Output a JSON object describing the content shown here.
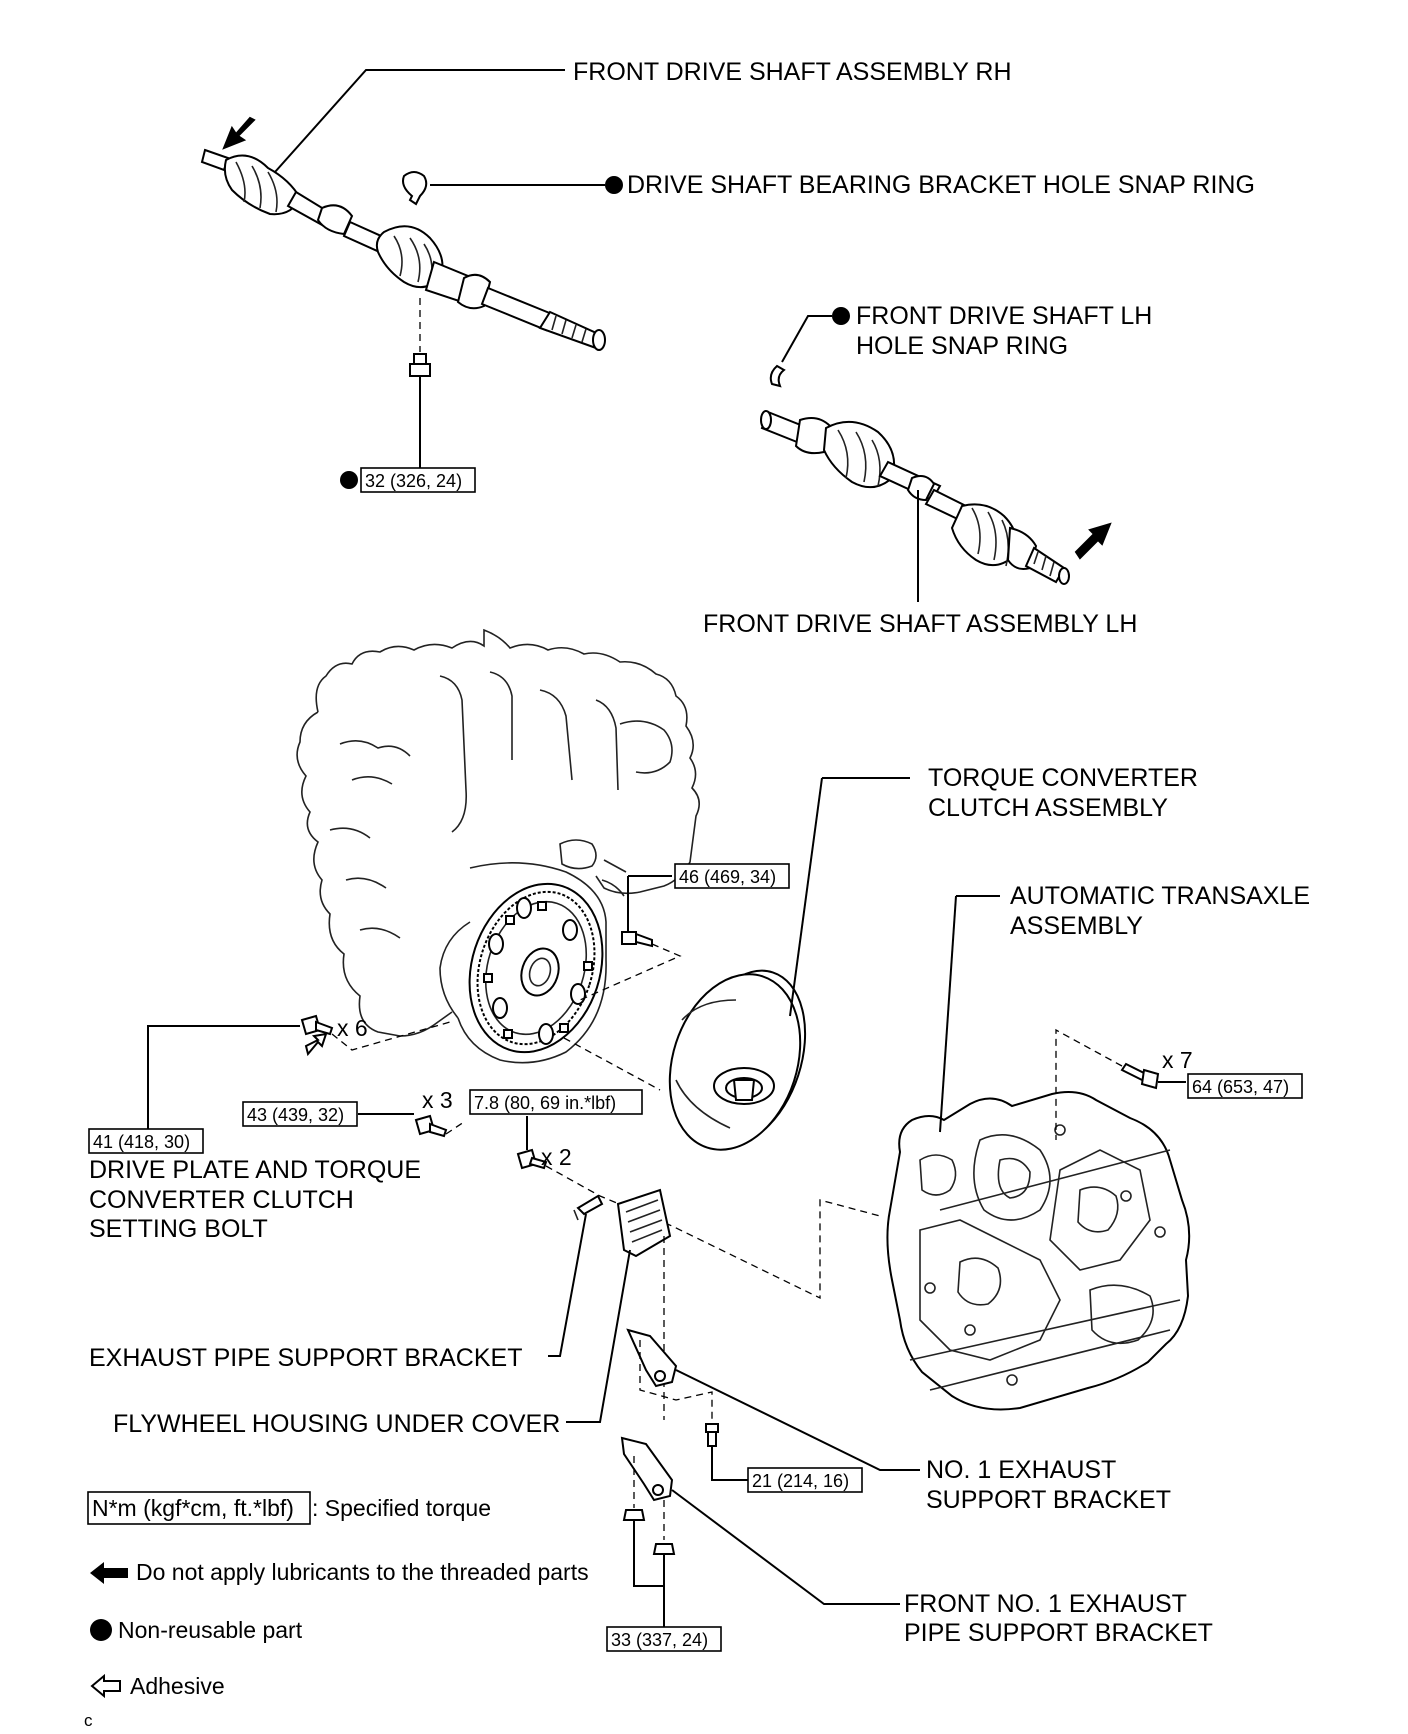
{
  "callouts": {
    "shaft_rh": "FRONT DRIVE SHAFT ASSEMBLY RH",
    "snap_ring_rh": "DRIVE SHAFT BEARING BRACKET HOLE SNAP RING",
    "snap_ring_lh_1": "FRONT DRIVE SHAFT LH",
    "snap_ring_lh_2": "HOLE SNAP RING",
    "shaft_lh": "FRONT DRIVE SHAFT ASSEMBLY LH",
    "torque_conv_1": "TORQUE CONVERTER",
    "torque_conv_2": "CLUTCH ASSEMBLY",
    "transaxle_1": "AUTOMATIC TRANSAXLE",
    "transaxle_2": "ASSEMBLY",
    "setting_bolt_1": "DRIVE PLATE AND TORQUE",
    "setting_bolt_2": "CONVERTER CLUTCH",
    "setting_bolt_3": "SETTING BOLT",
    "exhaust_bracket": "EXHAUST PIPE SUPPORT BRACKET",
    "flywheel_cover": "FLYWHEEL HOUSING UNDER COVER",
    "no1_bracket_1": "NO. 1 EXHAUST",
    "no1_bracket_2": "SUPPORT BRACKET",
    "front_no1_1": "FRONT NO. 1 EXHAUST",
    "front_no1_2": "PIPE SUPPORT BRACKET"
  },
  "torques": {
    "t32": "32 (326, 24)",
    "t46": "46 (469, 34)",
    "t41": "41 (418, 30)",
    "t43": "43 (439, 32)",
    "t78": "7.8 (80, 69 in.*lbf)",
    "t64": "64 (653, 47)",
    "t21": "21 (214, 16)",
    "t33": "33 (337, 24)"
  },
  "multipliers": {
    "x6": "x 6",
    "x3": "x 3",
    "x2": "x 2",
    "x7": "x 7"
  },
  "legend": {
    "torque_unit": "N*m (kgf*cm, ft.*lbf)",
    "torque_desc": ": Specified torque",
    "no_lube": "Do not apply lubricants to the threaded parts",
    "non_reusable": "Non-reusable part",
    "adhesive": "Adhesive"
  },
  "corner_code": "C"
}
